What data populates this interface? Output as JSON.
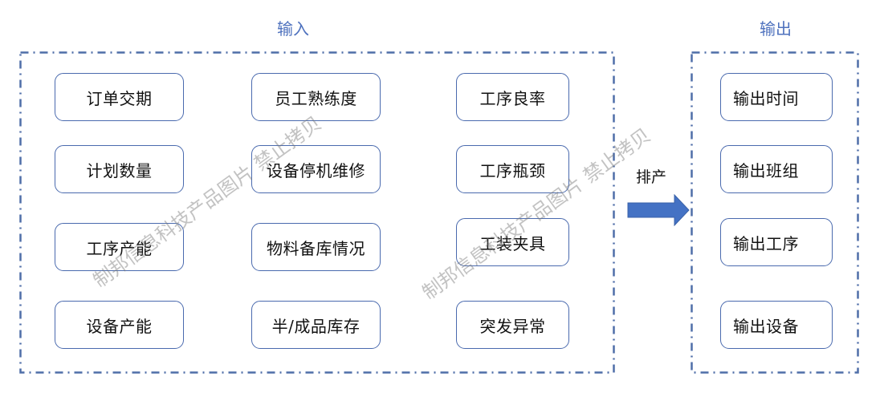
{
  "input_section": {
    "title": "输入",
    "columns": [
      [
        "订单交期",
        "计划数量",
        "工序产能",
        "设备产能"
      ],
      [
        "员工熟练度",
        "设备停机维修",
        "物料备库情况",
        "半/成品库存"
      ],
      [
        "工序良率",
        "工序瓶颈",
        "工装夹具",
        "突发异常"
      ]
    ]
  },
  "process": {
    "label": "排产",
    "arrow_color": "#4472c4"
  },
  "output_section": {
    "title": "输出",
    "items": [
      "输出时间",
      "输出班组",
      "输出工序",
      "输出设备"
    ]
  },
  "watermark": {
    "text": "制邦信息科技产品图片 禁止拷贝"
  },
  "colors": {
    "title": "#4f72be",
    "box_border": "#4a6aae",
    "frame": "#4f6ea8"
  }
}
